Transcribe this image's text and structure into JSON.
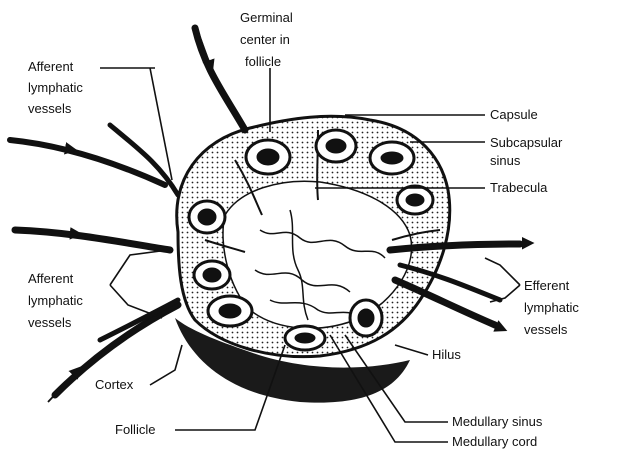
{
  "diagram": {
    "colors": {
      "ink": "#111111",
      "background": "#ffffff",
      "shade": "#1a1a1a"
    },
    "labels": {
      "germinal_center": [
        "Germinal",
        "center in",
        "follicle"
      ],
      "afferent_top": [
        "Afferent",
        "lymphatic",
        "vessels"
      ],
      "capsule": "Capsule",
      "subcapsular_sinus": [
        "Subcapsular",
        "sinus"
      ],
      "trabecula": "Trabecula",
      "afferent_bottom": [
        "Afferent",
        "lymphatic",
        "vessels"
      ],
      "efferent": [
        "Efferent",
        "lymphatic",
        "vessels"
      ],
      "hilus": "Hilus",
      "cortex": "Cortex",
      "follicle": "Follicle",
      "medullary_sinus": "Medullary sinus",
      "medullary_cord": "Medullary cord"
    }
  }
}
